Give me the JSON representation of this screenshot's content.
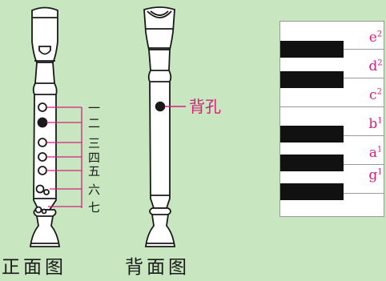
{
  "front": {
    "caption": "正面图",
    "holes": [
      "一",
      "二",
      "三",
      "四",
      "五",
      "六",
      "七"
    ]
  },
  "back": {
    "caption": "背面图",
    "hole_label": "背孔"
  },
  "keyboard": {
    "notes": [
      {
        "letter": "e",
        "octave": "2"
      },
      {
        "letter": "d",
        "octave": "2"
      },
      {
        "letter": "c",
        "octave": "2"
      },
      {
        "letter": "b",
        "octave": "1"
      },
      {
        "letter": "a",
        "octave": "1"
      },
      {
        "letter": "g",
        "octave": "1"
      }
    ]
  },
  "colors": {
    "background": "#c8e6c0",
    "accent": "#d6207a",
    "ink": "#1a1a1a"
  }
}
